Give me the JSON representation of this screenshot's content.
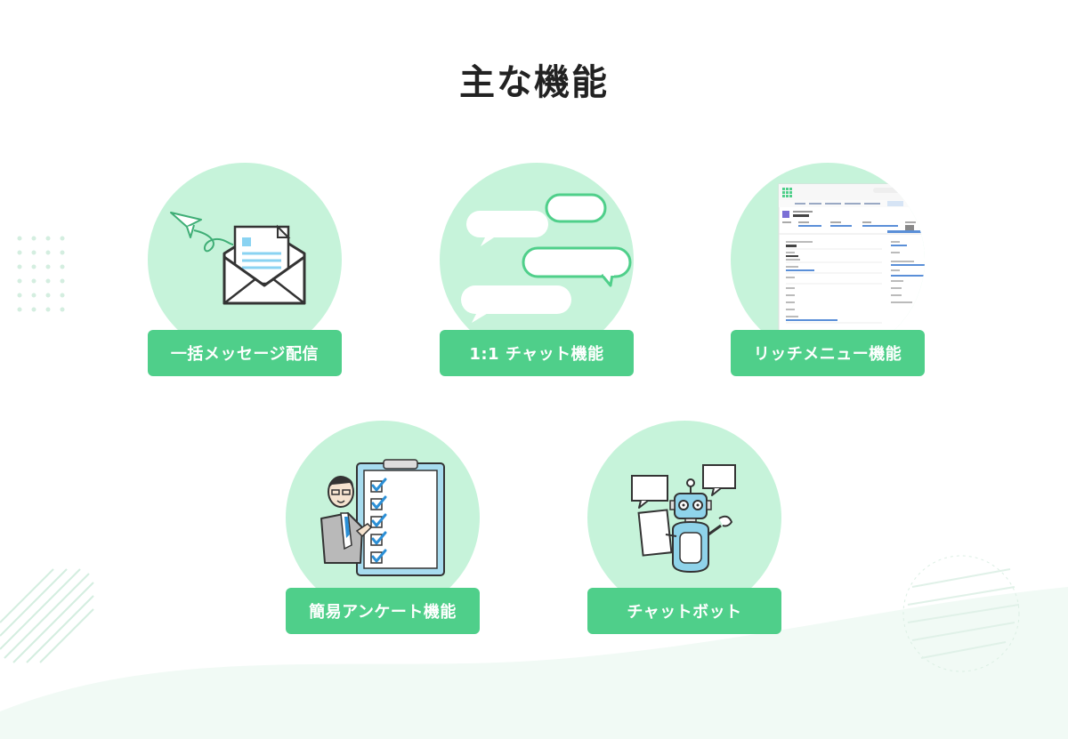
{
  "page": {
    "title": "主な機能"
  },
  "features": [
    {
      "label": "一括メッセージ配信",
      "icon": "envelope-icon"
    },
    {
      "label": "1:1 チャット機能",
      "icon": "chat-bubbles-icon"
    },
    {
      "label": "リッチメニュー機能",
      "icon": "app-screenshot"
    },
    {
      "label": "簡易アンケート機能",
      "icon": "clipboard-checklist-icon"
    },
    {
      "label": "チャットボット",
      "icon": "robot-icon"
    }
  ],
  "colors": {
    "accent": "#4fcf8a",
    "circle": "#c6f3da",
    "title": "#222222"
  }
}
